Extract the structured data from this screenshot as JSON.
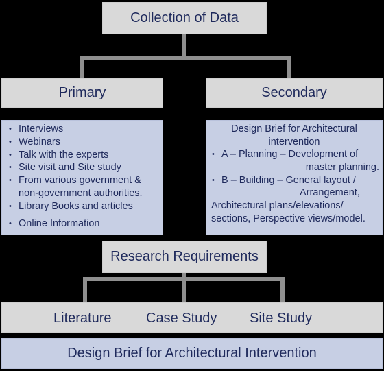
{
  "top": {
    "title": "Collection of Data"
  },
  "primary": {
    "title": "Primary",
    "items": [
      [
        "Interviews"
      ],
      [
        "Webinars"
      ],
      [
        "Talk with the experts"
      ],
      [
        "Site visit and Site study"
      ],
      [
        "From various government &",
        "non-government authorities."
      ],
      [
        "Library Books and articles"
      ],
      [
        "Online Information"
      ]
    ]
  },
  "secondary": {
    "title": "Secondary",
    "intro": [
      "Design Brief for Architectural",
      "intervention"
    ],
    "item_a": [
      "A – Planning – Development of",
      "master planning."
    ],
    "item_b": [
      "B – Building – General layout /",
      "Arrangement,"
    ],
    "continuation": [
      "Architectural plans/elevations/",
      "sections, Perspective views/model."
    ]
  },
  "research": {
    "title": "Research Requirements"
  },
  "methods": {
    "items": [
      "Literature",
      "Case Study",
      "Site Study"
    ]
  },
  "bottom": {
    "title": "Design Brief for Architectural Intervention"
  },
  "bullet_glyph": "•",
  "colors": {
    "gray_box": "#d9d9d9",
    "blue_box": "#c7cfe4",
    "text": "#1f2a5c",
    "connector": "#8f8f8f",
    "background": "#000000"
  }
}
